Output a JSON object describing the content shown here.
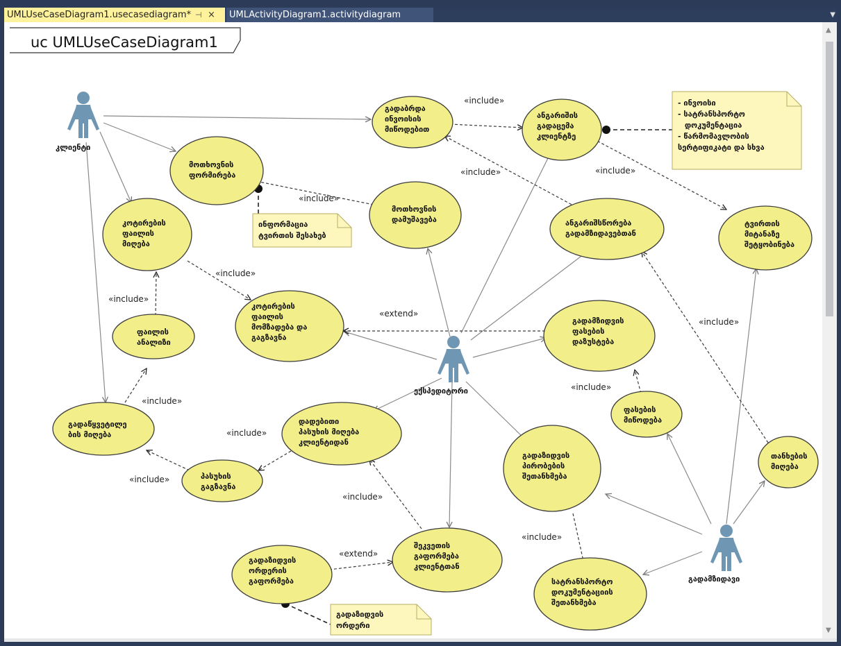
{
  "tabs": {
    "active": {
      "label": "UMLUseCaseDiagram1.usecasediagram*",
      "pin": "⊣",
      "close": "×"
    },
    "inactive": {
      "label": "UMLActivityDiagram1.activitydiagram"
    },
    "dropdown": "▼"
  },
  "diagram": {
    "frame_title": "uc UMLUseCaseDiagram1",
    "actors": {
      "client": "კლიენტი",
      "expeditor": "ექსპედიტორი",
      "carrier": "გადამზიდავი"
    },
    "use_cases": {
      "invoice": [
        "გადაბრდა",
        "ინვოისის",
        "მიწოდებით"
      ],
      "cargo_form": [
        "მოთხოვნის",
        "ფორმირება"
      ],
      "analytics": [
        "ანგარიშის",
        "გადაცემა",
        "კლიენტზე"
      ],
      "request_processing": [
        "მოთხოვნის",
        "დამუშავება"
      ],
      "analytics_carriers": [
        "ანგარიშსწორება",
        "გადამზიდავებთან"
      ],
      "cargo_tracking": [
        "ტვირთის",
        "მიტანაზე",
        "შეტყობინება"
      ],
      "terms_file": [
        "კოტირების",
        "ფაილის",
        "მიღება"
      ],
      "file_analysis": [
        "ფაილის",
        "ანალიზი"
      ],
      "terms_send": [
        "კოტირების",
        "ფაილის",
        "მომზადება და",
        "გაგზავნა"
      ],
      "carrier_prices": [
        "გადამზიდვის",
        "ფასების",
        "დაზუსტება"
      ],
      "acceptance": [
        "გადაწყვეტილე",
        "ბის მიღება"
      ],
      "accept_client": [
        "დადებითი",
        "პასუხის მიღება",
        "კლიენტიდან"
      ],
      "price_receive": [
        "ფასების",
        "მიწოდება"
      ],
      "reply_send": [
        "პასუხის",
        "გაგზავნა"
      ],
      "conditions": [
        "გადაზიდვის",
        "პირობების",
        "შეთანხმება"
      ],
      "cargo_receipt": [
        "თანხების",
        "მიღება"
      ],
      "contract": [
        "შეკვეთის",
        "გაფორმება",
        "კლიენტთან"
      ],
      "order": [
        "გადაზიდვის",
        "ორდერის",
        "გაფორმება"
      ],
      "transport_docs": [
        "სატრანსპორტო",
        "დოკუმენტაციის",
        "შეთანხმება"
      ]
    },
    "notes": {
      "invoice_note": [
        "- ინვოისი",
        "- სატრანსპორტო",
        "დოკუმენტაცია",
        "- წარმომავლობის",
        "სერტიფიკატი და სხვა"
      ],
      "cargo_note": [
        "ინფორმაცია",
        "ტვირთის შესახებ"
      ],
      "order_note": [
        "გადაზიდვის",
        "ორდერი"
      ]
    },
    "keywords": {
      "include": "«include»",
      "extend": "«extend»"
    }
  },
  "scrollbar": {
    "up": "▲",
    "down": "▼"
  }
}
